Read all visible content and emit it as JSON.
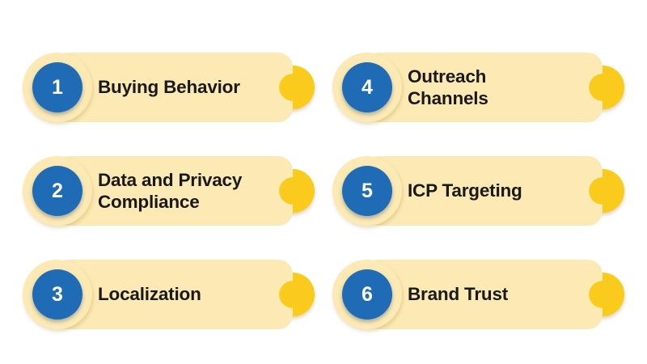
{
  "palette": {
    "background": "#ffffff",
    "card_cream": "#fce9b4",
    "accent_yellow": "#facb1c",
    "badge_blue": "#1f6bb5",
    "badge_number_text": "#ffffff",
    "label_text": "#191919"
  },
  "layout": {
    "columns": 2,
    "rows": 3,
    "card_count": 6
  },
  "cards": [
    {
      "number": "1",
      "label": "Buying Behavior"
    },
    {
      "number": "4",
      "label": "Outreach Channels"
    },
    {
      "number": "2",
      "label": "Data and Privacy Compliance"
    },
    {
      "number": "5",
      "label": "ICP Targeting"
    },
    {
      "number": "3",
      "label": "Localization"
    },
    {
      "number": "6",
      "label": "Brand Trust"
    }
  ]
}
